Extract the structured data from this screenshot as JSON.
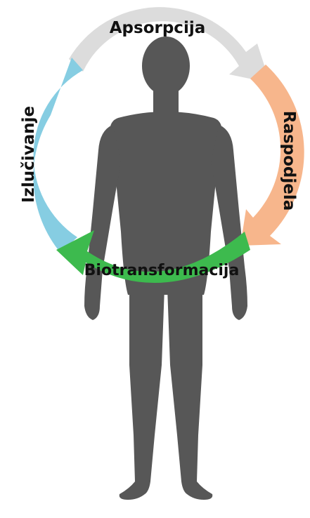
{
  "stages": {
    "absorption": {
      "label": "Apsorpcija",
      "color": "#dcdcdc"
    },
    "distribution": {
      "label": "Raspodjela",
      "color": "#f7b68c"
    },
    "biotransformation": {
      "label": "Biotransformacija",
      "color": "#3dba4e"
    },
    "excretion": {
      "label": "Izlučivanje",
      "color": "#86cde2"
    }
  },
  "figure": {
    "color": "#575757"
  }
}
